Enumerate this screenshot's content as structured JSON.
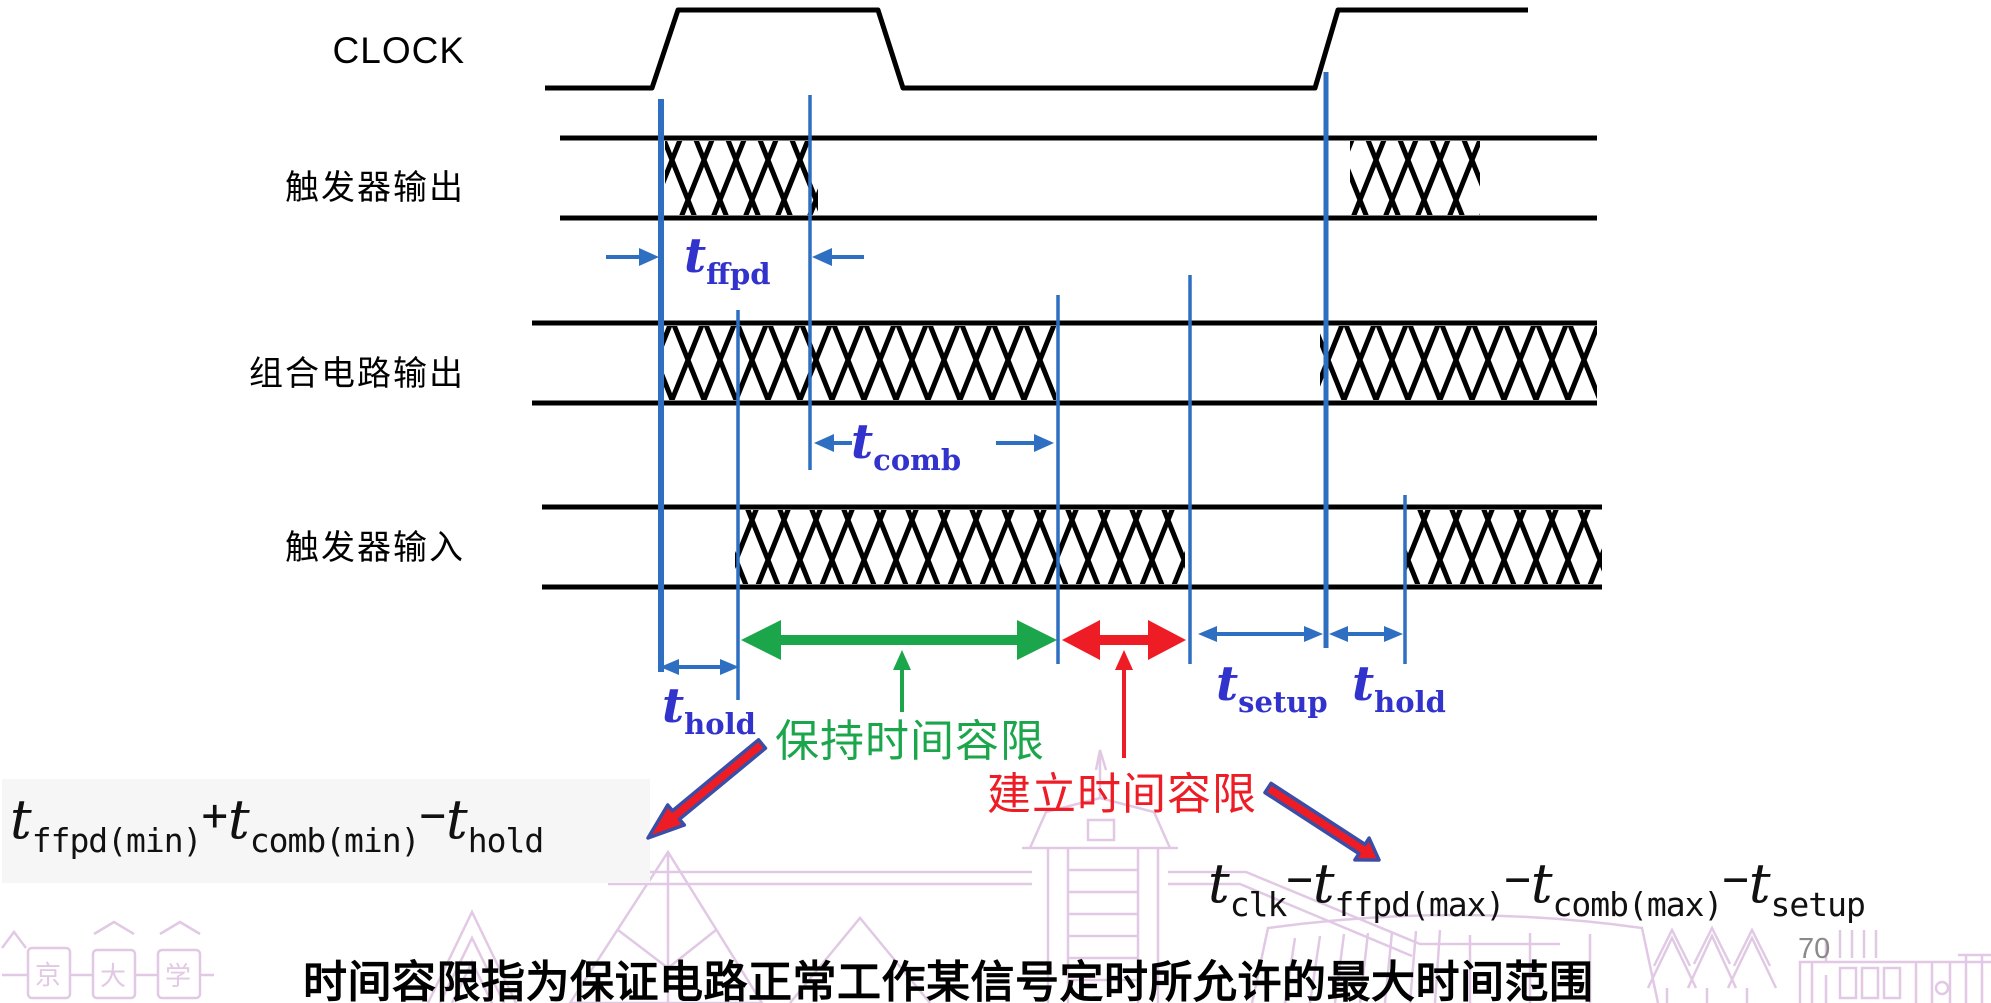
{
  "signals": [
    {
      "label": "CLOCK"
    },
    {
      "label": "触发器输出"
    },
    {
      "label": "组合电路输出"
    },
    {
      "label": "触发器输入"
    }
  ],
  "timing_labels": {
    "ffpd": {
      "base": "t",
      "sub": "ffpd"
    },
    "comb": {
      "base": "t",
      "sub": "comb"
    },
    "setup": {
      "base": "t",
      "sub": "setup"
    },
    "hold_left": {
      "base": "t",
      "sub": "hold"
    },
    "hold_right": {
      "base": "t",
      "sub": "hold"
    }
  },
  "margins": {
    "hold_margin_label": "保持时间容限",
    "setup_margin_label": "建立时间容限"
  },
  "formulas": {
    "hold_margin": {
      "segments": [
        {
          "base": "t",
          "sub": "ffpd(min)"
        },
        {
          "op": "+"
        },
        {
          "base": "t",
          "sub": "comb(min)"
        },
        {
          "op": "−"
        },
        {
          "base": "t",
          "sub": "hold"
        }
      ]
    },
    "setup_margin": {
      "segments": [
        {
          "base": "t",
          "sub": "clk"
        },
        {
          "op": "−"
        },
        {
          "base": "t",
          "sub": "ffpd(max)"
        },
        {
          "op": "−"
        },
        {
          "base": "t",
          "sub": "comb(max)"
        },
        {
          "op": "−"
        },
        {
          "base": "t",
          "sub": "setup"
        }
      ]
    }
  },
  "footer": {
    "note": "时间容限指为保证电路正常工作某信号定时所允许的最大时间范围",
    "page": "70"
  },
  "watermark": {
    "plaques": [
      "京",
      "大",
      "学"
    ]
  },
  "colors": {
    "blue": "#2e6fc2",
    "violet": "#3232cc",
    "green": "#1ca64b",
    "red": "#ee1c25",
    "navy": "#3a4ea8",
    "watermark": "#e0c6e3",
    "page_gray": "#8a8a8a"
  }
}
